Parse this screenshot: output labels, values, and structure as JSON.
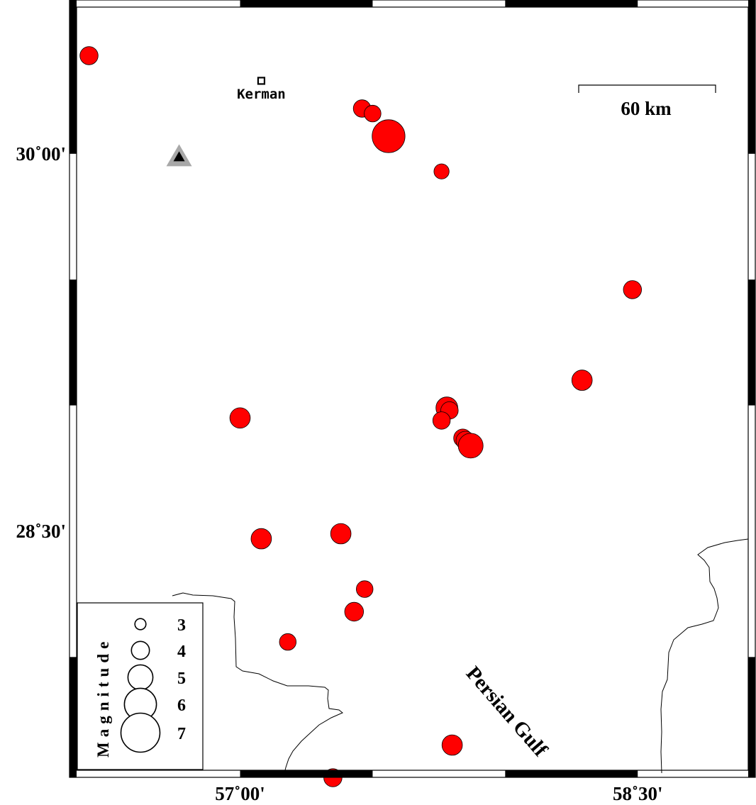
{
  "map": {
    "projection_extent": {
      "lon_min": 56.3833,
      "lon_max": 58.9167,
      "lat_min": 27.55,
      "lat_max": 30.583
    },
    "lon_ticks": [
      {
        "lon": 57.0,
        "label": "57˚00'"
      },
      {
        "lon": 58.5,
        "label": "58˚30'"
      }
    ],
    "lat_ticks": [
      {
        "lat": 30.0,
        "label": "30˚00'"
      },
      {
        "lat": 28.5,
        "label": "28˚30'"
      }
    ],
    "city": {
      "name": "Kerman",
      "lon": 57.08,
      "lat": 30.29
    },
    "station": {
      "lon": 56.77,
      "lat": 29.99,
      "color": "#000000",
      "halo_color": "#a8a8a8"
    },
    "scale_bar": {
      "label": "60 km"
    },
    "sea": {
      "name": "Persian Gulf"
    },
    "event_color": "#ff0000",
    "events": [
      {
        "lon": 56.43,
        "lat": 30.39,
        "mag": 4.5
      },
      {
        "lon": 57.46,
        "lat": 30.18,
        "mag": 4.4
      },
      {
        "lon": 57.5,
        "lat": 30.16,
        "mag": 4.3
      },
      {
        "lon": 57.56,
        "lat": 30.07,
        "mag": 6.5
      },
      {
        "lon": 57.76,
        "lat": 29.93,
        "mag": 4.1
      },
      {
        "lon": 58.48,
        "lat": 29.46,
        "mag": 4.5
      },
      {
        "lon": 58.29,
        "lat": 29.1,
        "mag": 4.8
      },
      {
        "lon": 57.0,
        "lat": 28.95,
        "mag": 4.8
      },
      {
        "lon": 57.78,
        "lat": 28.99,
        "mag": 5.0
      },
      {
        "lon": 57.79,
        "lat": 28.98,
        "mag": 4.4
      },
      {
        "lon": 57.76,
        "lat": 28.94,
        "mag": 4.4
      },
      {
        "lon": 57.84,
        "lat": 28.87,
        "mag": 4.5
      },
      {
        "lon": 57.85,
        "lat": 28.86,
        "mag": 4.6
      },
      {
        "lon": 57.87,
        "lat": 28.84,
        "mag": 5.4
      },
      {
        "lon": 57.08,
        "lat": 28.47,
        "mag": 4.8
      },
      {
        "lon": 57.38,
        "lat": 28.49,
        "mag": 4.8
      },
      {
        "lon": 57.47,
        "lat": 28.27,
        "mag": 4.3
      },
      {
        "lon": 57.43,
        "lat": 28.18,
        "mag": 4.6
      },
      {
        "lon": 57.18,
        "lat": 28.06,
        "mag": 4.3
      },
      {
        "lon": 57.8,
        "lat": 27.65,
        "mag": 4.8
      },
      {
        "lon": 57.35,
        "lat": 27.52,
        "mag": 4.5
      }
    ],
    "legend": {
      "title": "Magnitude",
      "entries": [
        {
          "mag": 3,
          "label": "3"
        },
        {
          "mag": 4,
          "label": "4"
        },
        {
          "mag": 5,
          "label": "5"
        },
        {
          "mag": 6,
          "label": "6"
        },
        {
          "mag": 7,
          "label": "7"
        }
      ]
    }
  }
}
